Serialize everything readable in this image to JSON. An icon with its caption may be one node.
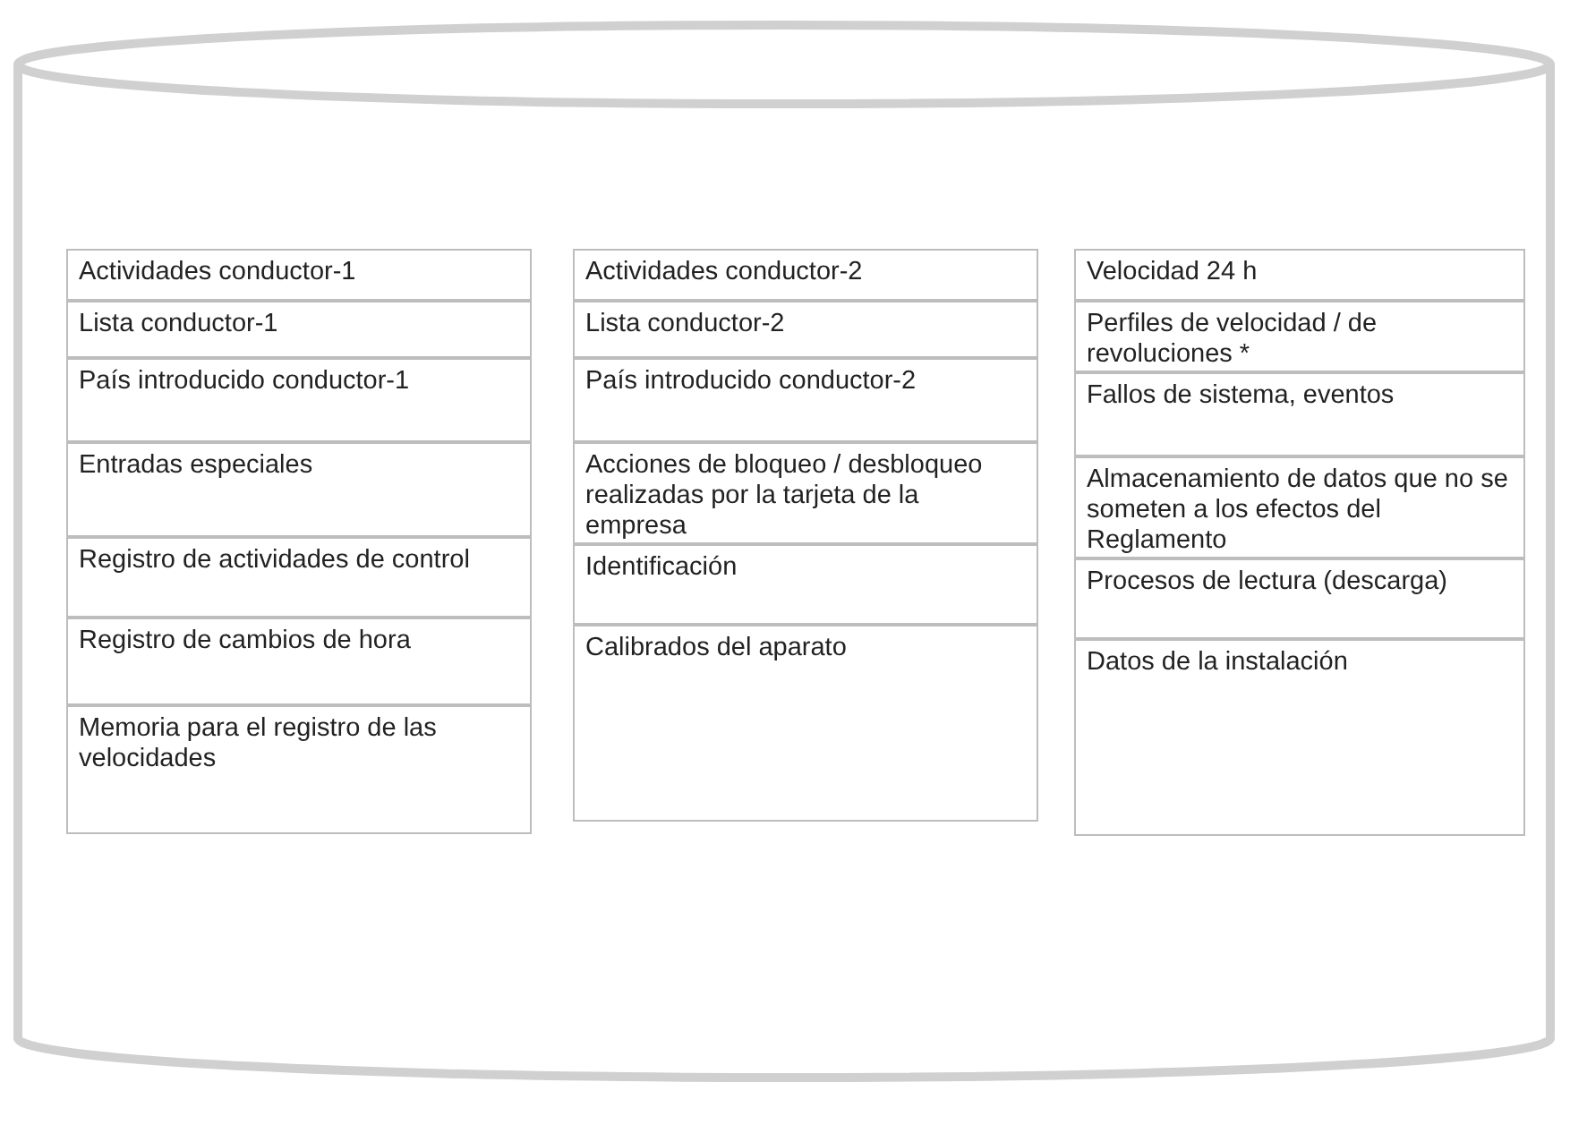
{
  "diagram": {
    "nodes": [
      {
        "text": [],
        "shape": "cylinder"
      },
      {
        "text": [
          "Actividades conductor-1"
        ],
        "in": 0
      },
      {
        "text": [
          "Lista conductor-1"
        ],
        "in": 0
      },
      {
        "text": [
          "País introducido conductor-1"
        ],
        "in": 0
      },
      {
        "text": [
          "Entradas especiales"
        ],
        "in": 0
      },
      {
        "text": [
          "Registro de actividades de control"
        ],
        "in": 0
      },
      {
        "text": [
          "Registro de cambios de hora"
        ],
        "in": 0
      },
      {
        "text": [
          "Memoria para el registro de las velocidades"
        ],
        "in": 0
      },
      {
        "text": [
          "Actividades conductor-2"
        ],
        "in": 0
      },
      {
        "text": [
          "Lista conductor-2"
        ],
        "in": 0
      },
      {
        "text": [
          "País introducido conductor-2"
        ],
        "in": 0
      },
      {
        "text": [
          "Acciones de bloqueo / desbloqueo realizadas por la tarjeta de la empresa"
        ],
        "in": 0
      },
      {
        "text": [
          "Identificación"
        ],
        "in": 0
      },
      {
        "text": [
          "Calibrados del aparato"
        ],
        "in": 0
      },
      {
        "text": [
          "Velocidad 24 h"
        ],
        "in": 0
      },
      {
        "text": [
          "Perfiles de velocidad / de revoluciones *"
        ],
        "in": 0
      },
      {
        "text": [
          "Fallos de sistema, eventos"
        ],
        "in": 0
      },
      {
        "text": [
          "Almacenamiento de datos que no se someten a los efectos del Reglamento"
        ],
        "in": 0
      },
      {
        "text": [
          "Procesos de lectura (descarga)"
        ],
        "in": 0
      },
      {
        "text": [
          "Datos de la instalación"
        ],
        "in": 0
      }
    ]
  }
}
